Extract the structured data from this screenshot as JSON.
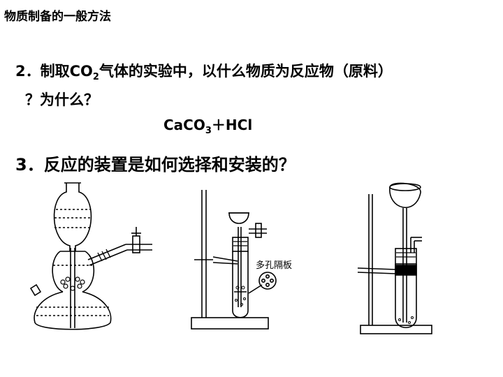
{
  "header": {
    "title": "物质制备的一般方法"
  },
  "question2": {
    "prefix": "2．制取CO",
    "sub": "2",
    "suffix": "气体的实验中，以什么物质为反应物（原料）",
    "line2": "？为什么？"
  },
  "formula": {
    "pre": "CaCO",
    "sub": "3",
    "post": "＋HCl"
  },
  "question3": {
    "text": "3．反应的装置是如何选择和安装的？"
  },
  "apparatus": {
    "label": "多孔隔板"
  }
}
